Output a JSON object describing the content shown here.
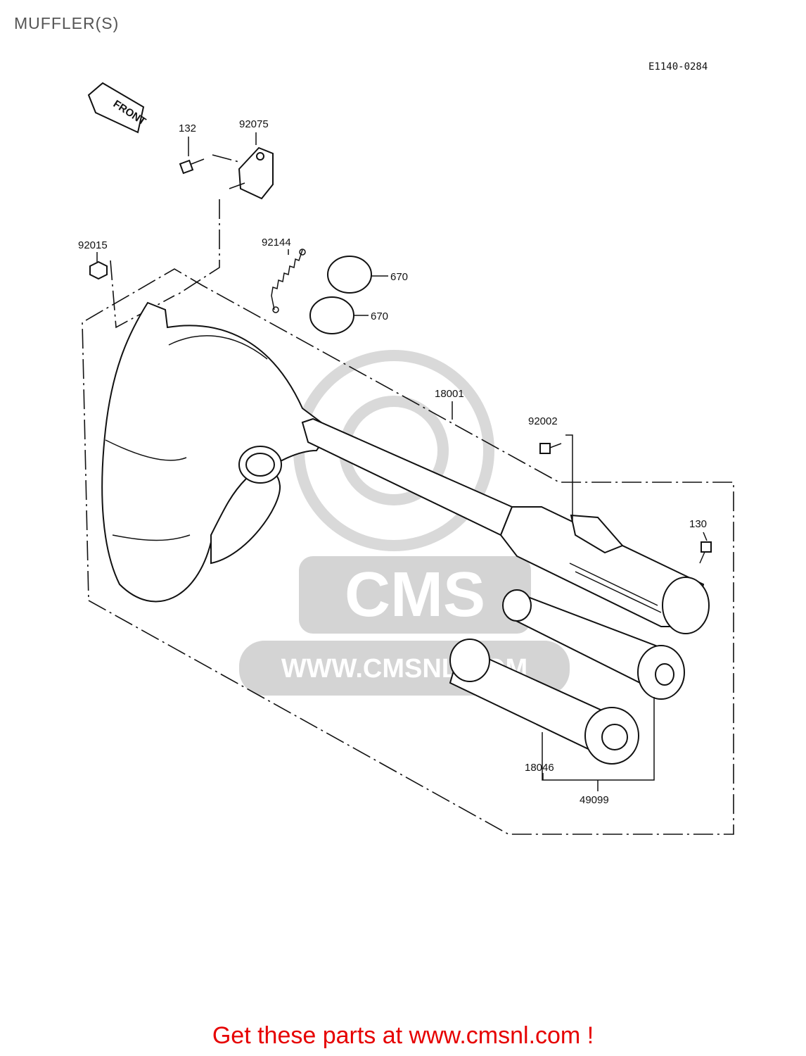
{
  "title": "MUFFLER(S)",
  "diagram_code": "E1140-0284",
  "front_label": "FRONT",
  "watermark": {
    "brand": "CMS",
    "url": "WWW.CMSNL.COM"
  },
  "parts": [
    {
      "number": "132",
      "name": "bolt"
    },
    {
      "number": "92075",
      "name": "bracket"
    },
    {
      "number": "92015",
      "name": "nut"
    },
    {
      "number": "92144",
      "name": "spring"
    },
    {
      "number": "670",
      "name": "o-ring-upper"
    },
    {
      "number": "670",
      "name": "o-ring-lower"
    },
    {
      "number": "18001",
      "name": "muffler-assembly"
    },
    {
      "number": "92002",
      "name": "bolt"
    },
    {
      "number": "130",
      "name": "bolt"
    },
    {
      "number": "18046",
      "name": "insulator"
    },
    {
      "number": "49099",
      "name": "inner-pipe-set"
    }
  ],
  "footer": {
    "text": "Get these parts at www.cmsnl.com !"
  },
  "colors": {
    "footer": "#e60000",
    "title": "#555555",
    "watermark": "#d4d4d4"
  }
}
